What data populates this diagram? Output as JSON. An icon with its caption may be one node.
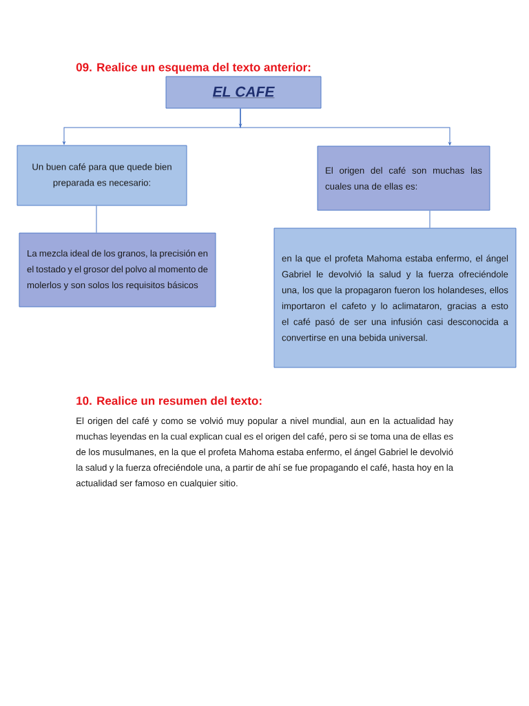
{
  "diagram": {
    "title": "09. Realice un esquema del texto anterior:",
    "nodes": [
      {
        "text": [
          "EL CAFE"
        ]
      },
      {
        "text": [
          "Un buen café para que quede bien preparada es necesario:"
        ]
      },
      {
        "text": [
          "El origen del café son muchas las cuales una de ellas es:"
        ]
      },
      {
        "text": [
          "La mezcla ideal de los granos, la precisión en el tostado y el grosor del polvo al momento de molerlos y son solos los requisitos básicos"
        ]
      },
      {
        "text": [
          "en la que el profeta Mahoma estaba enfermo, el ángel Gabriel le devolvió la salud y la fuerza ofreciéndole una, los que la propagaron fueron los holandeses, ellos importaron el cafeto y lo aclimataron, gracias a esto el café pasó de ser una infusión casi desconocida a convertirse en una bebida universal."
        ]
      }
    ],
    "edges": [
      {
        "from": 0,
        "to": 1,
        "arrow": "to"
      },
      {
        "from": 0,
        "to": 2,
        "arrow": "to"
      },
      {
        "from": 1,
        "to": 3,
        "arrow": "none"
      },
      {
        "from": 2,
        "to": 4,
        "arrow": "none"
      }
    ],
    "labels": [
      "10. Realice un resumen del texto:",
      "El origen del café y como se volvió muy popular a nivel mundial, aun en la actualidad hay muchas leyendas en la cual explican cual es el origen del café, pero si se toma una de ellas es de los musulmanes, en la que el profeta Mahoma estaba enfermo, el ángel Gabriel le devolvió la salud y la fuerza ofreciéndole una, a partir de ahí se fue propagando el café, hasta hoy en la actualidad ser famoso en cualquier sitio."
    ]
  }
}
